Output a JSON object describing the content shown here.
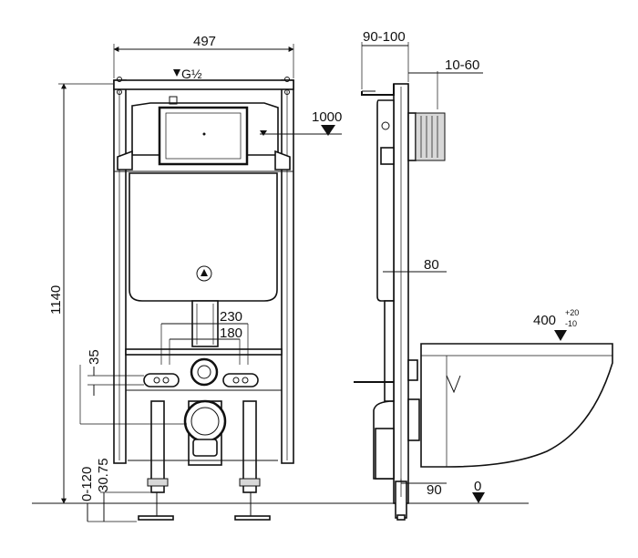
{
  "dimensions": {
    "frame_width": "497",
    "height_total": "1140",
    "cistern_height": "1000",
    "wall_depth": "90-100",
    "wall_cover": "10-60",
    "frame_depth": "80",
    "bowl_height": "400",
    "bowl_tol_plus": "+20",
    "bowl_tol_minus": "-10",
    "bolt_spacing_outer": "230",
    "bolt_spacing_inner": "180",
    "bolt_height": "35",
    "foot_adjust": "0-120",
    "foot_offset": "30.75",
    "outlet_offset": "90",
    "floor_level": "0"
  },
  "labels": {
    "water_inlet": "G½"
  }
}
